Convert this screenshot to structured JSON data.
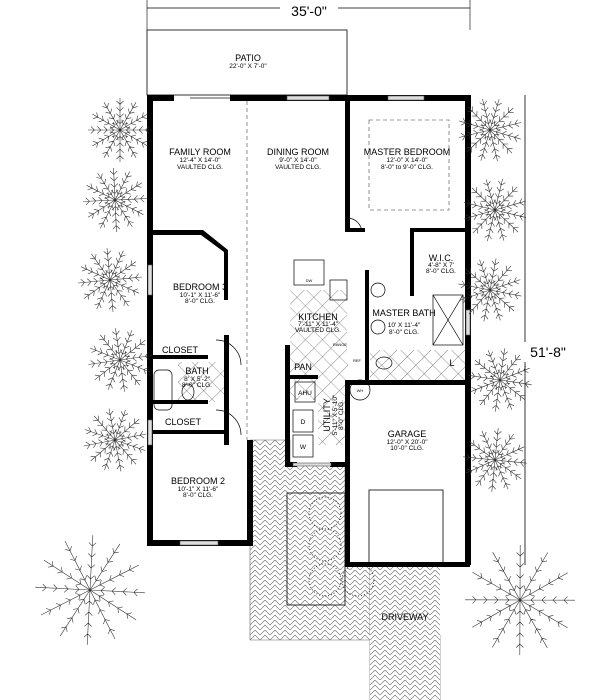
{
  "dimensions": {
    "width": "35'-0\"",
    "depth": "51'-8\""
  },
  "rooms": {
    "patio": {
      "name": "PATIO",
      "size": "22'-0\" X 7'-0\""
    },
    "family_room": {
      "name": "FAMILY ROOM",
      "size": "12'-4\" X 14'-0\"",
      "ceiling": "VAULTED CLG."
    },
    "dining_room": {
      "name": "DINING ROOM",
      "size": "9'-0\" X 14'-0\"",
      "ceiling": "VAULTED CLG."
    },
    "master_bedroom": {
      "name": "MASTER BEDROOM",
      "size": "12'-0\" X 14'-0\"",
      "ceiling": "8'-0\" to 9'-0\" CLG."
    },
    "wic": {
      "name": "W.I.C.",
      "size": "4'-8\" X 7'",
      "ceiling": "8'-0\" CLG."
    },
    "bedroom3": {
      "name": "BEDROOM 3",
      "size": "10'-1\" X 11'-6\"",
      "ceiling": "8'-0\" CLG."
    },
    "kitchen": {
      "name": "KITCHEN",
      "size": "7'-11\" X 11'-4\"",
      "ceiling": "VAULTED CLG."
    },
    "master_bath": {
      "name": "MASTER BATH",
      "size": "10' X 11'-4\"",
      "ceiling": "8'-0\" CLG."
    },
    "closet1": {
      "name": "CLOSET"
    },
    "closet2": {
      "name": "CLOSET"
    },
    "bath": {
      "name": "BATH",
      "size": "8' X 5'-2\"",
      "ceiling": "8'-0\" CLG."
    },
    "pantry": {
      "name": "PAN"
    },
    "utility": {
      "name": "UTILITY",
      "size": "5'-11\" X 5'-10\"",
      "ceiling": "8'-0\" CLG."
    },
    "garage": {
      "name": "GARAGE",
      "size": "12'-0\" X 20'-0\"",
      "ceiling": "10'-0\" CLG."
    },
    "bedroom2": {
      "name": "BEDROOM 2",
      "size": "10'-1\" X 11'-6\"",
      "ceiling": "8'-0\" CLG."
    },
    "driveway": {
      "name": "DRIVEWAY"
    }
  },
  "fixtures": {
    "ahu": "AHU",
    "washer": "W",
    "dryer": "D",
    "wh": "WH",
    "ref": "REF",
    "range": "RANGE",
    "dw": "DW",
    "linen": "L"
  }
}
